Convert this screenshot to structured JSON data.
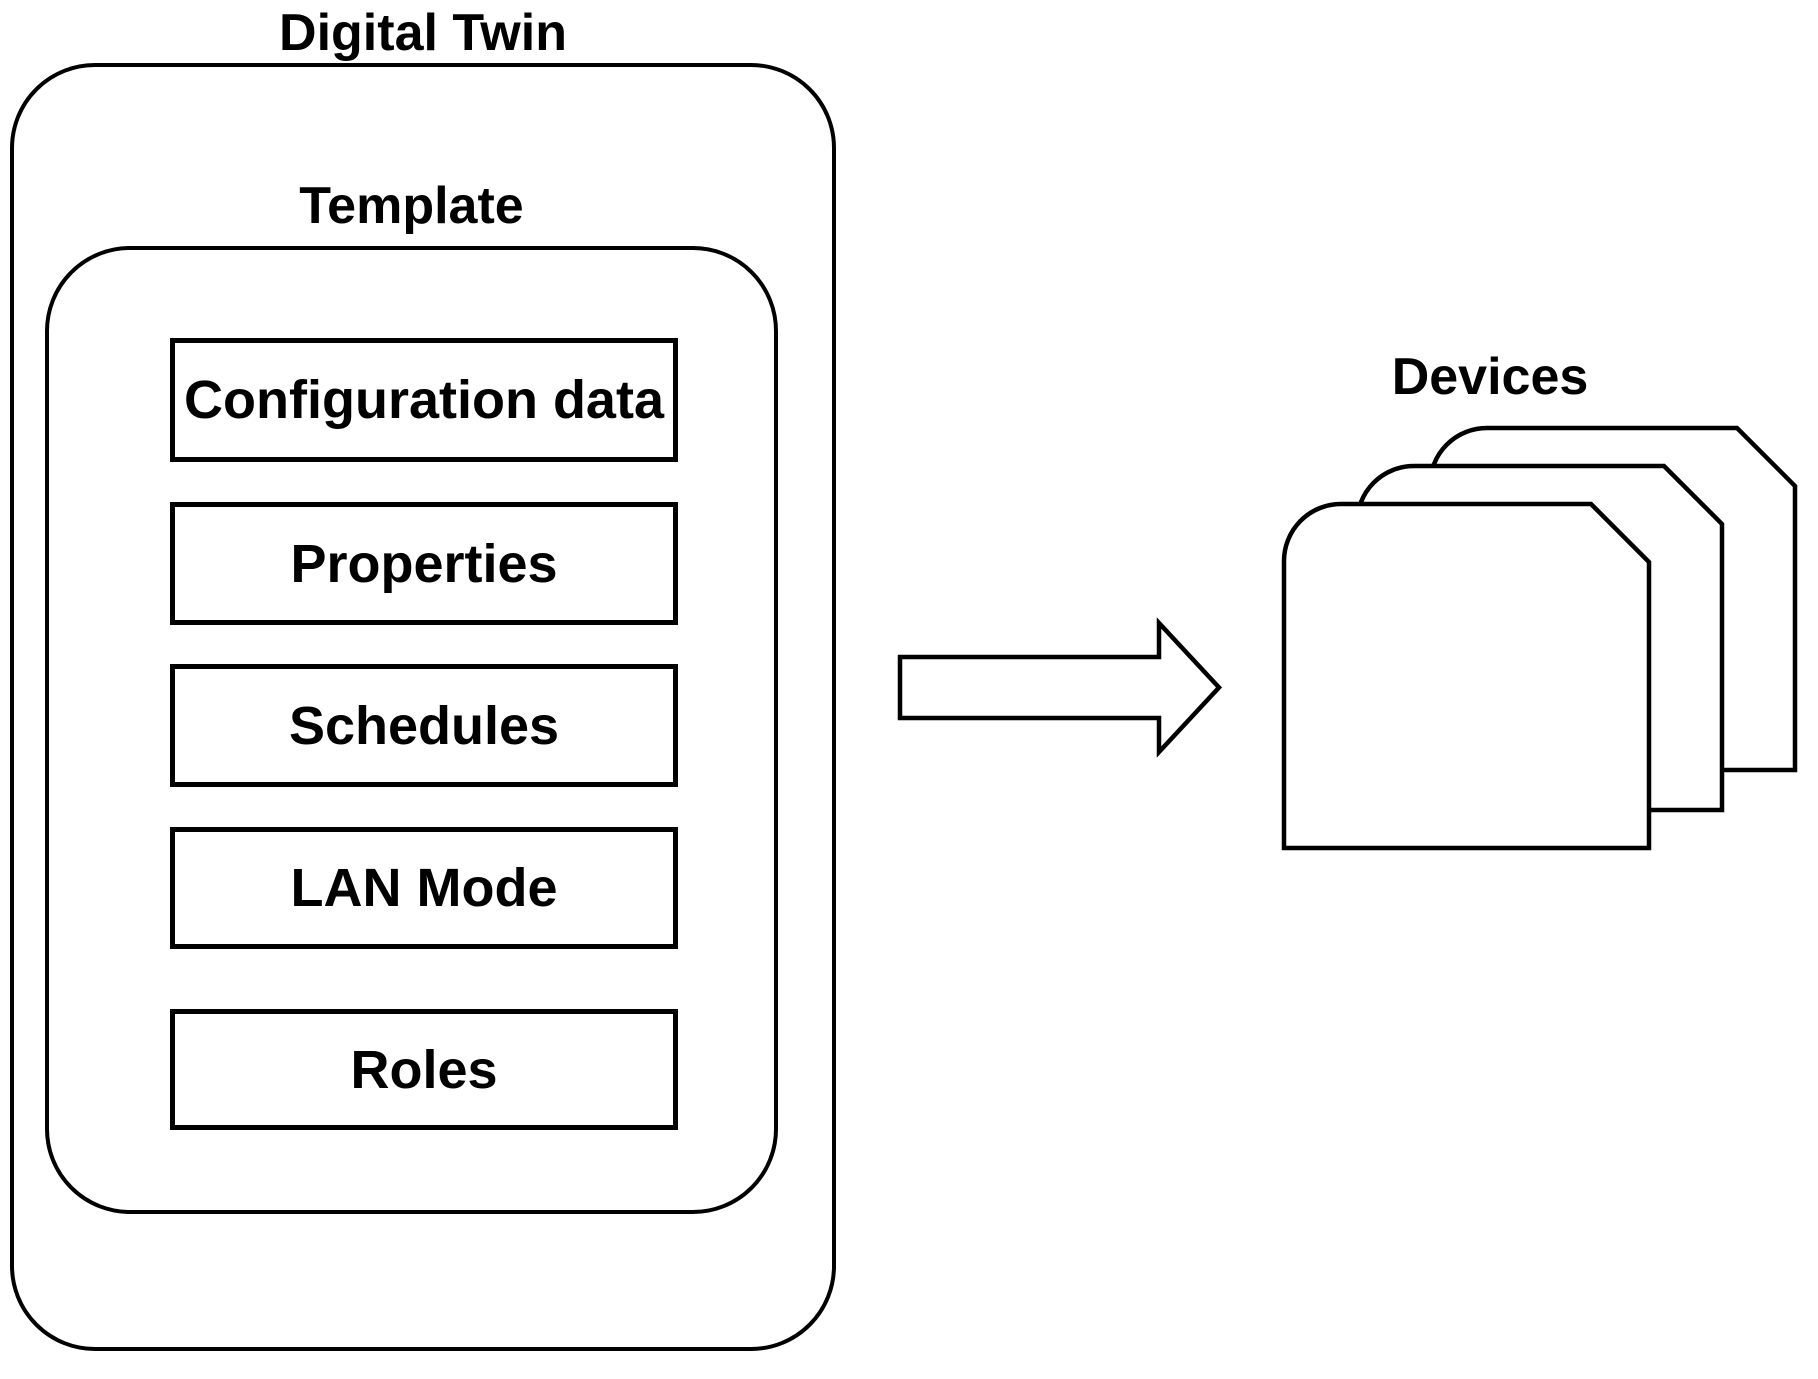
{
  "digital_twin": {
    "label": "Digital Twin"
  },
  "template": {
    "label": "Template",
    "items": [
      {
        "label": "Configuration data"
      },
      {
        "label": "Properties"
      },
      {
        "label": "Schedules"
      },
      {
        "label": "LAN Mode"
      },
      {
        "label": "Roles"
      }
    ]
  },
  "devices": {
    "label": "Devices",
    "card_count": 3
  },
  "arrow": {
    "direction": "right"
  },
  "colors": {
    "stroke": "#000000",
    "fill": "#ffffff"
  }
}
